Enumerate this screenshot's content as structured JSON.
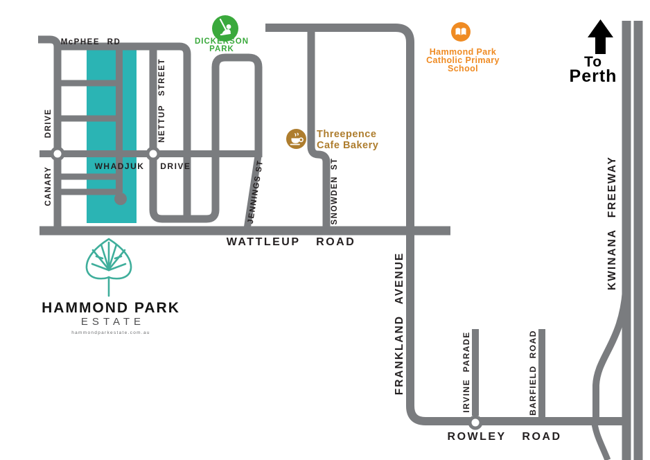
{
  "map": {
    "streets": {
      "mcphee": "McPHEE RD",
      "canary": "CANARY DRIVE",
      "nettup": "NETTUP STREET",
      "whadjuk": "WHADJUK DRIVE",
      "jennings": "JENNINGS ST",
      "snowden": "SNOWDEN ST",
      "wattleup": "WATTLEUP ROAD",
      "frankland": "FRANKLAND AVENUE",
      "irvine": "IRVINE PARADE",
      "barfield": "BARFIELD ROAD",
      "rowley": "ROWLEY ROAD",
      "kwinana": "KWINANA FREEWAY"
    },
    "pois": {
      "park": {
        "name_line1": "DICKERSON",
        "name_line2": "PARK",
        "icon": "swing-icon",
        "color": "#3aa93c"
      },
      "school": {
        "name_line1": "Hammond Park",
        "name_line2": "Catholic Primary",
        "name_line3": "School",
        "icon": "open-book-icon",
        "color": "#ef8b23"
      },
      "cafe": {
        "name_line1": "Threepence",
        "name_line2": "Cafe Bakery",
        "icon": "coffee-cup-icon",
        "color": "#ae7d2e"
      }
    },
    "direction": {
      "line1": "To",
      "line2": "Perth",
      "icon": "up-arrow-icon"
    },
    "logo": {
      "name": "HAMMOND PARK",
      "subtitle": "ESTATE",
      "website": "hammondparkestate.com.au",
      "icon": "leaf-icon"
    },
    "colors": {
      "road_gray": "#7a7c7f",
      "estate_teal": "#2bb4b4",
      "park_green": "#3aa93c",
      "school_orange": "#ef8b23",
      "cafe_brown": "#ae7d2e",
      "logo_teal": "#3fae9b",
      "label_black": "#231f20"
    }
  }
}
